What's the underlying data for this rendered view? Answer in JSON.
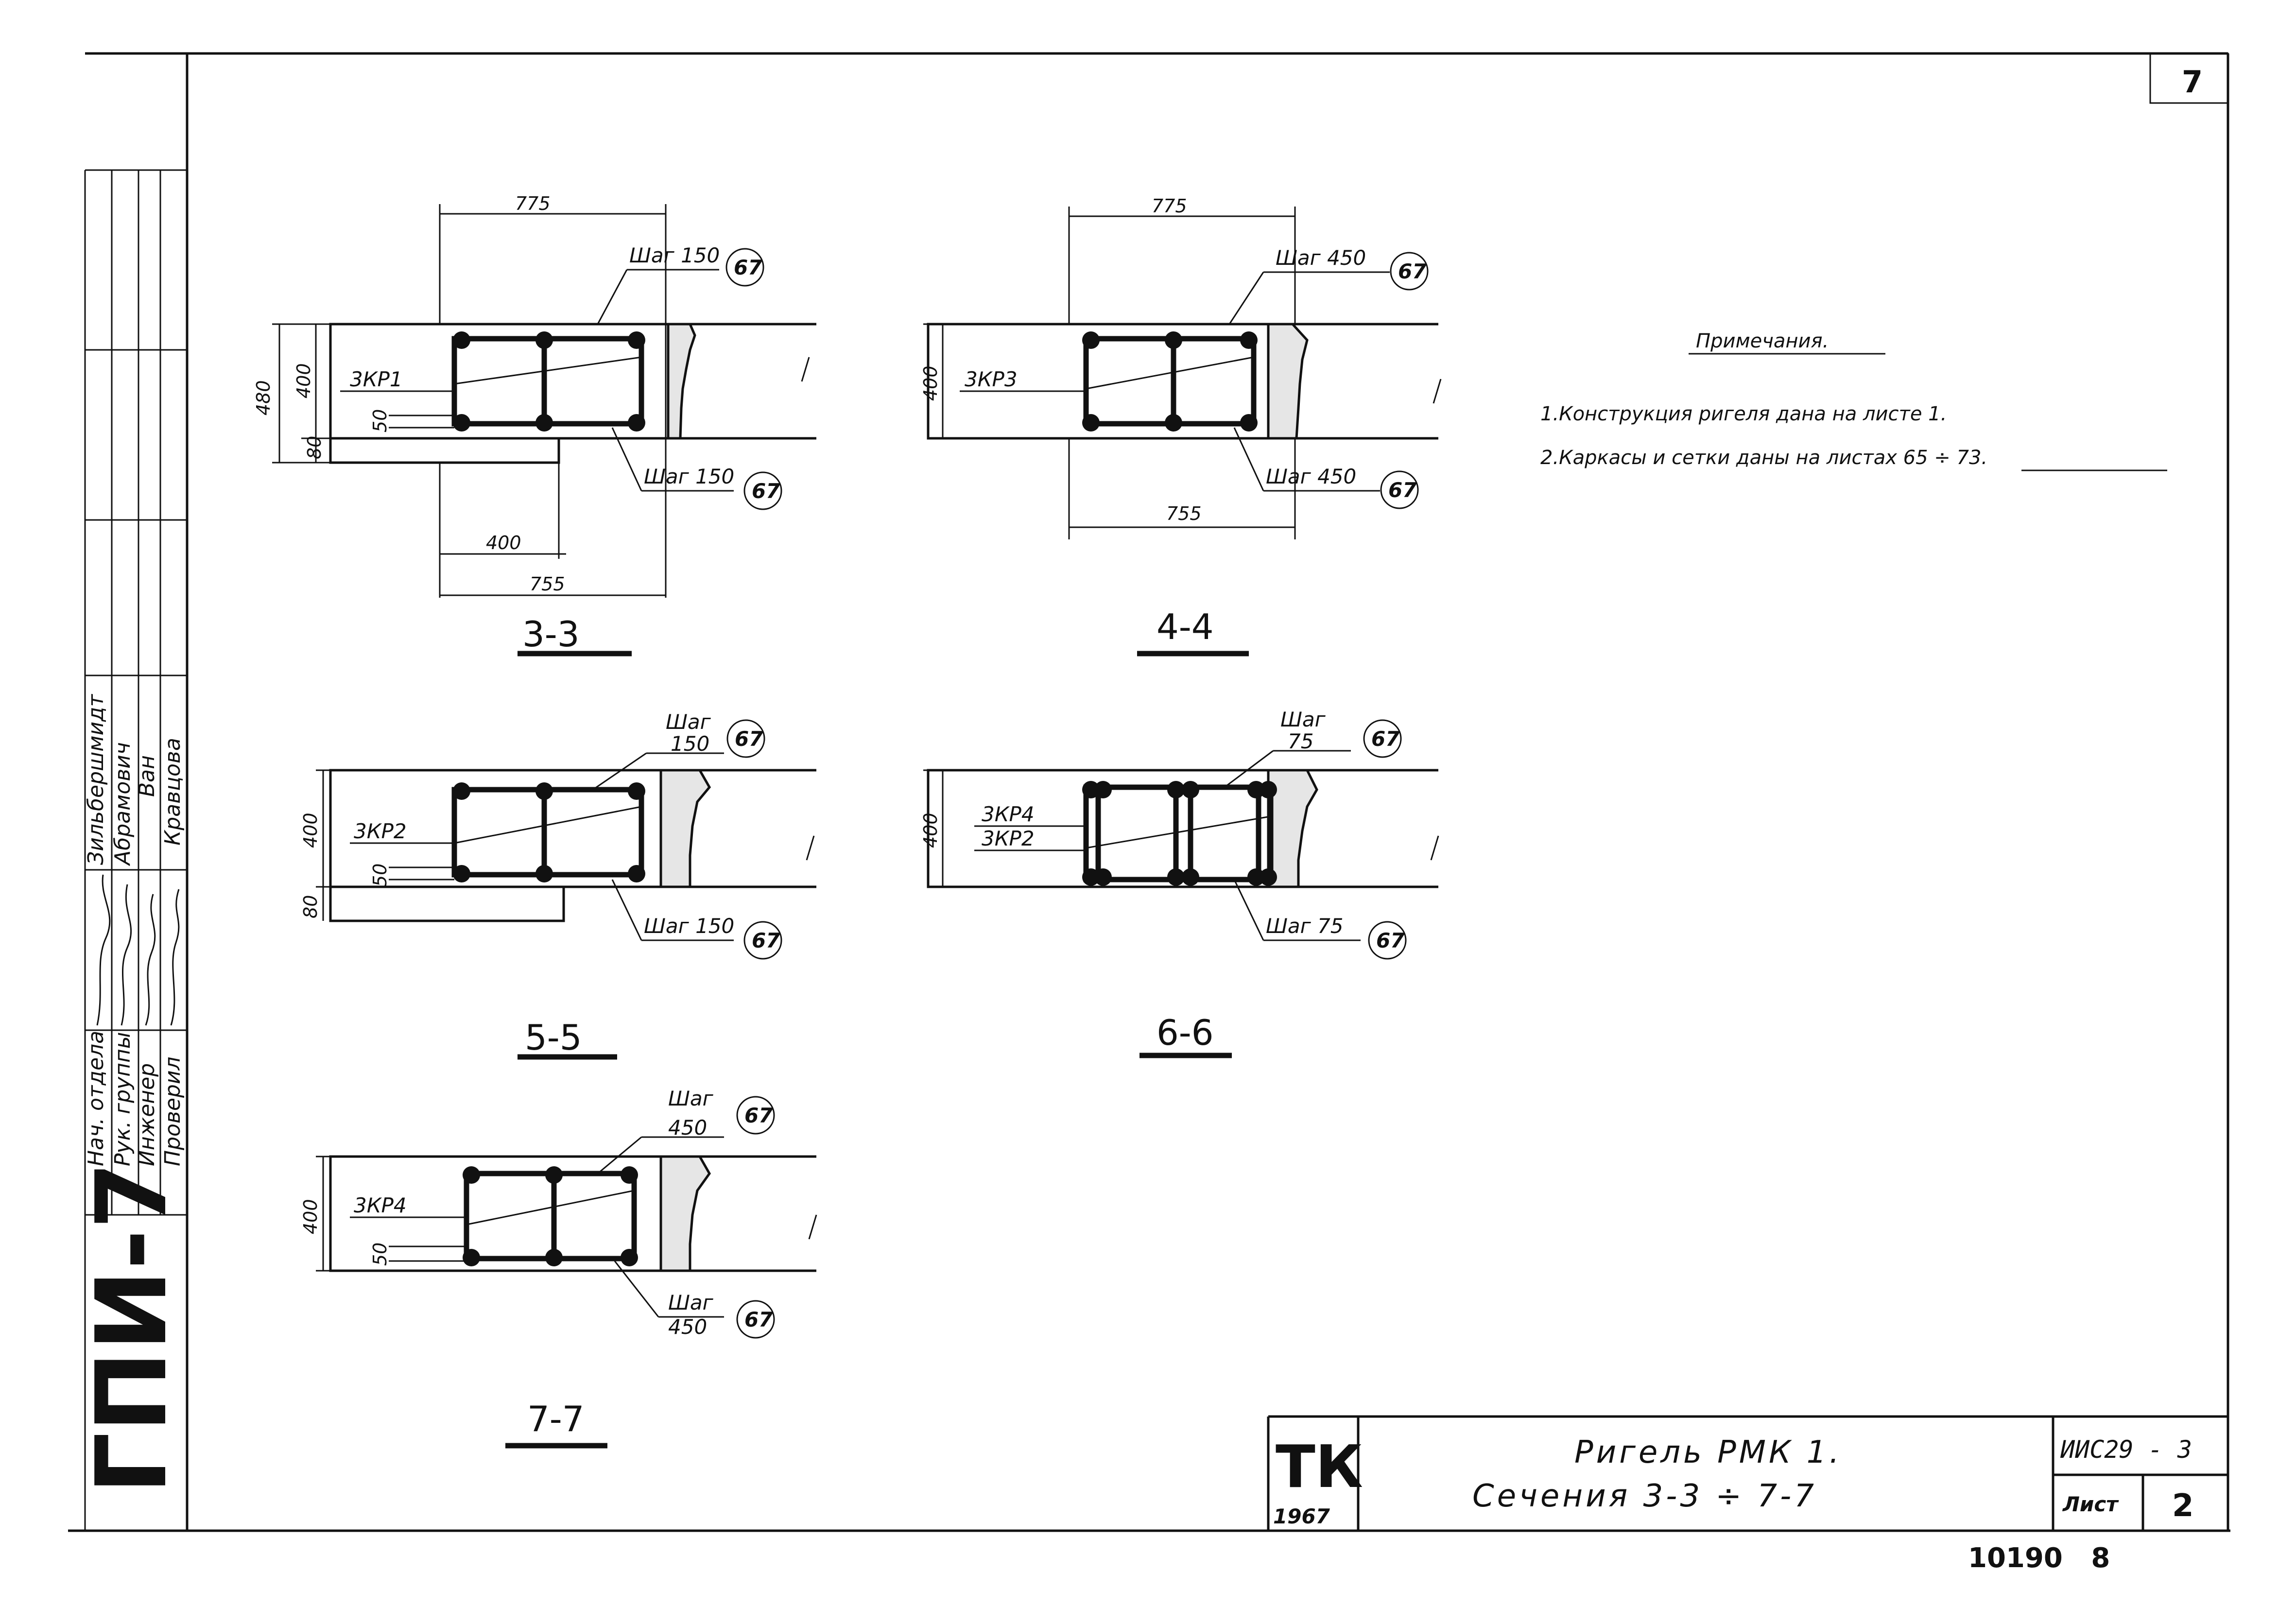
{
  "sheet_corner_number": "7",
  "notes": {
    "heading": "Примечания.",
    "items": [
      "1.Конструкция ригеля дана на листе 1.",
      "2.Каркасы и сетки даны на листах 65 ÷ 73."
    ]
  },
  "sections": {
    "s33": {
      "title": "3-3",
      "dim_top": "775",
      "dim_bottom": "755",
      "dim_mid": "400",
      "dim_h_total": "480",
      "dim_h_web": "400",
      "dim_h_flange": "80",
      "dim_cover": "50",
      "frame": "3КР1",
      "callout_top": "Шаг 150",
      "callout_bottom": "Шаг 150",
      "ref": "67"
    },
    "s44": {
      "title": "4-4",
      "dim_top": "775",
      "dim_bottom": "755",
      "dim_h": "400",
      "frame": "3КР3",
      "callout_top": "Шаг 450",
      "callout_bottom": "Шаг 450",
      "ref": "67"
    },
    "s55": {
      "title": "5-5",
      "dim_h_web": "400",
      "dim_h_flange": "80",
      "dim_cover": "50",
      "frame": "3КР2",
      "callout_top_a": "Шаг",
      "callout_top_b": "150",
      "callout_bottom": "Шаг 150",
      "ref": "67"
    },
    "s66": {
      "title": "6-6",
      "dim_h": "400",
      "frame_a": "3КР4",
      "frame_b": "3КР2",
      "callout_top_a": "Шаг",
      "callout_top_b": "75",
      "callout_bottom": "Шаг 75",
      "ref": "67"
    },
    "s77": {
      "title": "7-7",
      "dim_h": "400",
      "dim_cover": "50",
      "frame": "3КР4",
      "callout_top_a": "Шаг",
      "callout_top_b": "450",
      "callout_bottom_a": "Шаг",
      "callout_bottom_b": "450",
      "ref": "67"
    }
  },
  "side_block": {
    "org": "ГПИ-7",
    "roles": [
      "Нач. отдела",
      "Рук. группы",
      "Инженер",
      "Проверил"
    ],
    "names": [
      "Зильбершмидт",
      "Абрамович",
      "Ван",
      "Кравцова"
    ]
  },
  "title_block": {
    "logo_letters": "ТК",
    "logo_year": "1967",
    "line1": "Ригель РМК 1.",
    "line2": "Сечения 3-3 ÷ 7-7",
    "code": "ИИС29 - 3",
    "sheet_label": "Лист",
    "sheet_number": "2"
  },
  "footer_numbers": "10190   8"
}
